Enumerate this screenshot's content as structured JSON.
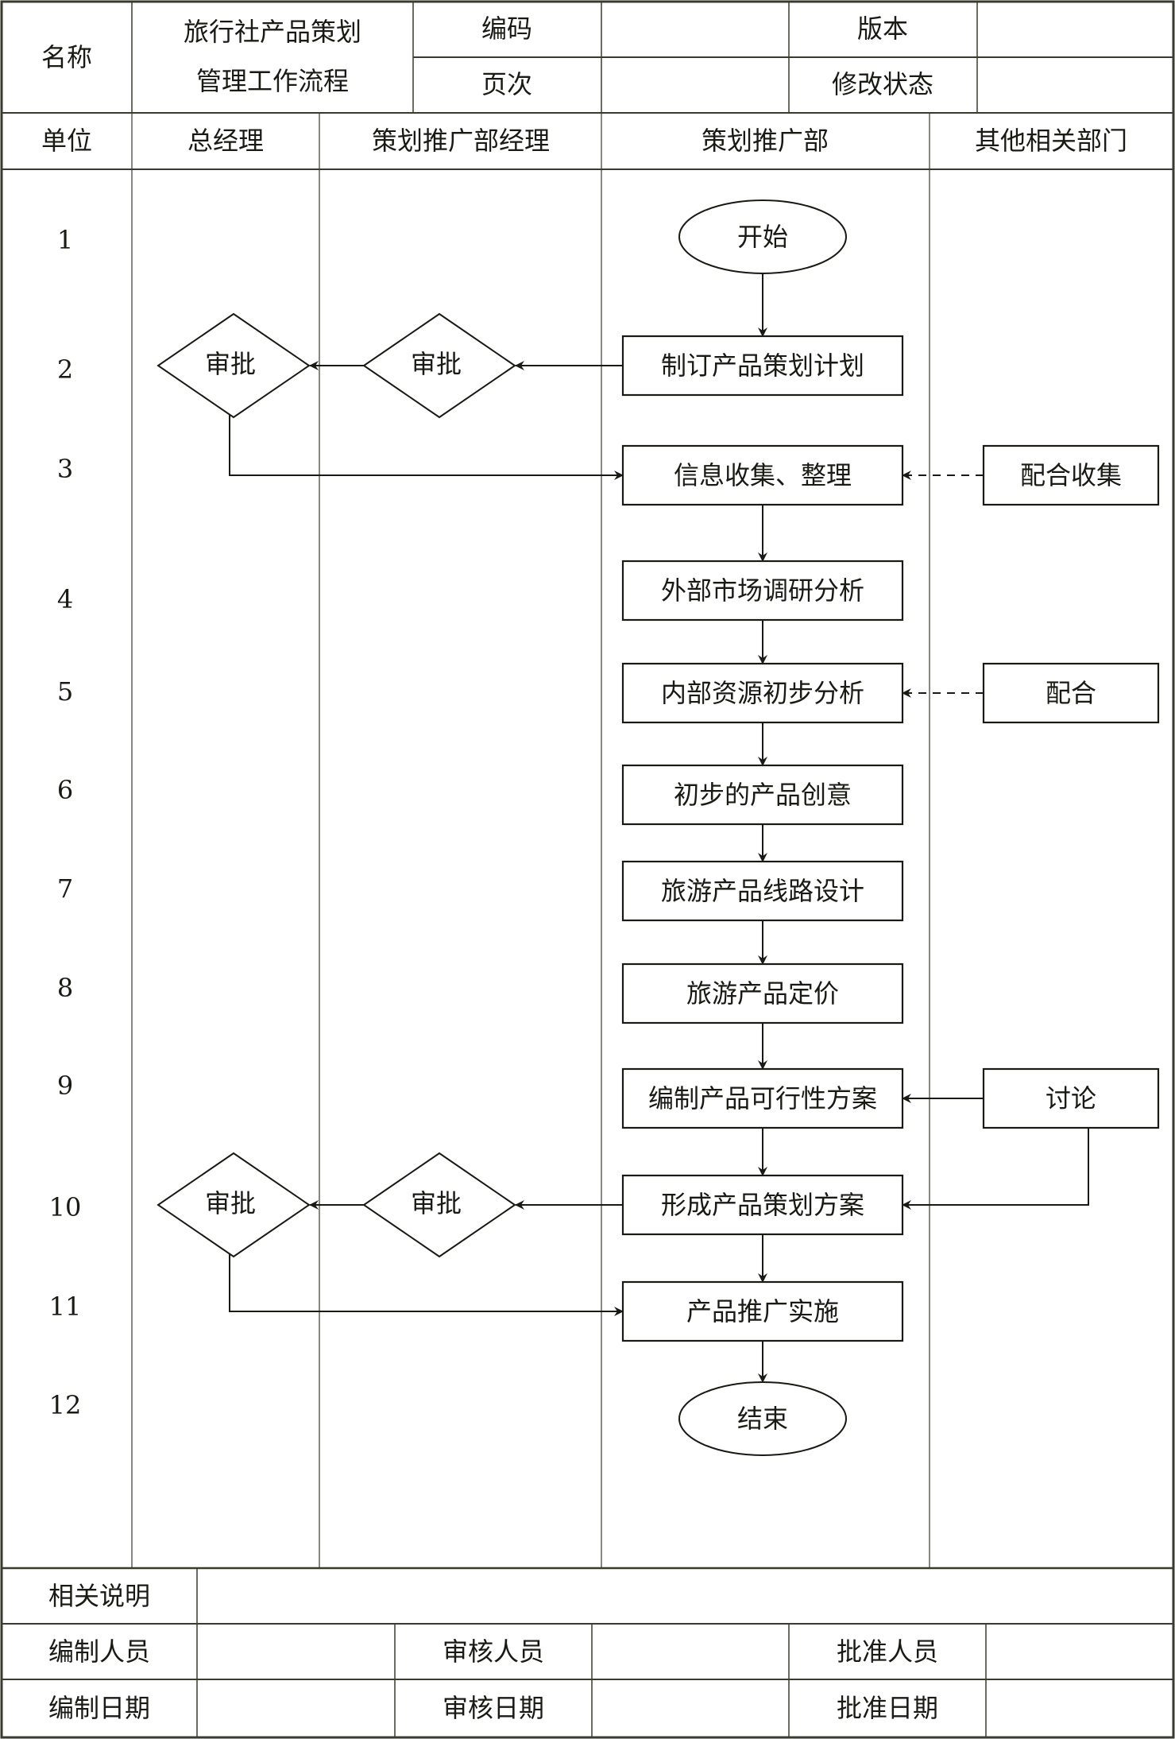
{
  "header": {
    "name_label": "名称",
    "title_line1": "旅行社产品策划",
    "title_line2": "管理工作流程",
    "code_label": "编码",
    "code_value": "",
    "version_label": "版本",
    "version_value": "",
    "page_label": "页次",
    "page_value": "",
    "revision_label": "修改状态",
    "revision_value": ""
  },
  "lanes": {
    "unit_label": "单位",
    "items": [
      {
        "label": "总经理"
      },
      {
        "label": "策划推广部经理"
      },
      {
        "label": "策划推广部"
      },
      {
        "label": "其他相关部门"
      }
    ]
  },
  "rows": [
    "1",
    "2",
    "3",
    "4",
    "5",
    "6",
    "7",
    "8",
    "9",
    "10",
    "11",
    "12"
  ],
  "flow": {
    "start": "开始",
    "end": "结束",
    "steps": [
      {
        "id": "s2",
        "row": 2,
        "label": "制订产品策划计划"
      },
      {
        "id": "s3",
        "row": 3,
        "label": "信息收集、整理"
      },
      {
        "id": "s4",
        "row": 4,
        "label": "外部市场调研分析"
      },
      {
        "id": "s5",
        "row": 5,
        "label": "内部资源初步分析"
      },
      {
        "id": "s6",
        "row": 6,
        "label": "初步的产品创意"
      },
      {
        "id": "s7",
        "row": 7,
        "label": "旅游产品线路设计"
      },
      {
        "id": "s8",
        "row": 8,
        "label": "旅游产品定价"
      },
      {
        "id": "s9",
        "row": 9,
        "label": "编制产品可行性方案"
      },
      {
        "id": "s10",
        "row": 10,
        "label": "形成产品策划方案"
      },
      {
        "id": "s11",
        "row": 11,
        "label": "产品推广实施"
      }
    ],
    "decisions": [
      {
        "id": "d2a",
        "row": 2,
        "lane": "总经理",
        "label": "审批"
      },
      {
        "id": "d2b",
        "row": 2,
        "lane": "策划推广部经理",
        "label": "审批"
      },
      {
        "id": "d10a",
        "row": 10,
        "lane": "总经理",
        "label": "审批"
      },
      {
        "id": "d10b",
        "row": 10,
        "lane": "策划推广部经理",
        "label": "审批"
      }
    ],
    "support": [
      {
        "id": "o3",
        "row": 3,
        "label": "配合收集",
        "link": "dashed"
      },
      {
        "id": "o5",
        "row": 5,
        "label": "配合",
        "link": "dashed"
      },
      {
        "id": "o9",
        "row": 9,
        "label": "讨论",
        "link": "solid"
      }
    ]
  },
  "footer": {
    "notes_label": "相关说明",
    "notes_value": "",
    "prepared_by_label": "编制人员",
    "reviewed_by_label": "审核人员",
    "approved_by_label": "批准人员",
    "prepared_date_label": "编制日期",
    "reviewed_date_label": "审核日期",
    "approved_date_label": "批准日期",
    "prepared_by_value": "",
    "reviewed_by_value": "",
    "approved_by_value": "",
    "prepared_date_value": "",
    "reviewed_date_value": "",
    "approved_date_value": ""
  },
  "colors": {
    "ink": "#1a1a14",
    "grid": "#3a3a2e",
    "background": "#ffffff"
  }
}
